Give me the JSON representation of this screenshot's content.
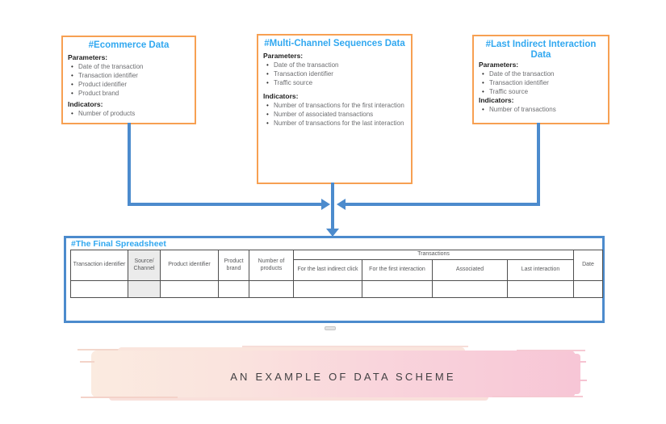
{
  "boxes": [
    {
      "id": "ecommerce",
      "title": "#Ecommerce Data",
      "sections": [
        {
          "label": "Parameters:",
          "items": [
            "Date of the transaction",
            "Transaction identifier",
            "Product identifier",
            "Product brand"
          ]
        },
        {
          "label": "Indicators:",
          "items": [
            "Number of products"
          ]
        }
      ]
    },
    {
      "id": "multi-channel-sequences",
      "title": "#Multi-Channel Sequences Data",
      "sections": [
        {
          "label": "Parameters:",
          "items": [
            "Date of the transaction",
            "Transaction identifier",
            "Traffic source"
          ]
        },
        {
          "label": "Indicators:",
          "items": [
            "Number of transactions for the first interaction",
            "Number of associated transactions",
            "Number of transactions for the last interaction"
          ]
        }
      ]
    },
    {
      "id": "last-indirect-interaction",
      "title": "#Last Indirect Interaction Data",
      "sections": [
        {
          "label": "Parameters:",
          "items": [
            "Date of the transaction",
            "Transaction identifier",
            "Traffic source"
          ]
        },
        {
          "label": "Indicators:",
          "items": [
            "Number of transactions"
          ]
        }
      ]
    }
  ],
  "spreadsheet": {
    "title": "#The Final Spreadsheet",
    "simple_columns": [
      "Transaction identifier",
      "Source/ Channel",
      "Product identifier",
      "Product brand",
      "Number of products"
    ],
    "group_header": "Transactions",
    "group_columns": [
      "For the last indirect click",
      "For the first interaction",
      "Associated",
      "Last interaction"
    ],
    "date_column": "Date"
  },
  "caption": "AN EXAMPLE OF DATA SCHEME",
  "colors": {
    "box_border_orange": "#F7A052",
    "title_blue": "#31A8F0",
    "connector_blue": "#4C8BCD",
    "table_line_gray": "#4F4F4F",
    "bullet_text_gray": "#6D6E71",
    "source_channel_cell_gray": "#EBEBEB",
    "caption_text": "#414042",
    "brush_gradient_left": "#FBEBE0",
    "brush_gradient_right": "#F7C6D6"
  }
}
